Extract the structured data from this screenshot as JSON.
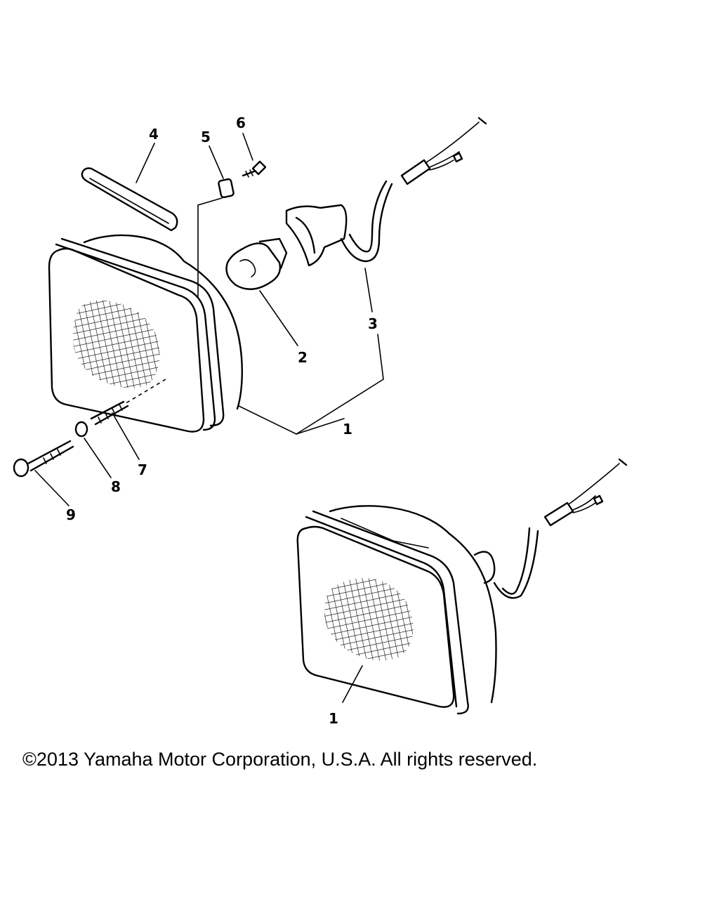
{
  "callouts": {
    "c1a": "1",
    "c1b": "1",
    "c2": "2",
    "c3": "3",
    "c4": "4",
    "c5": "5",
    "c6": "6",
    "c7": "7",
    "c8": "8",
    "c9": "9"
  },
  "copyright": "©2013 Yamaha Motor Corporation, U.S.A. All rights reserved."
}
